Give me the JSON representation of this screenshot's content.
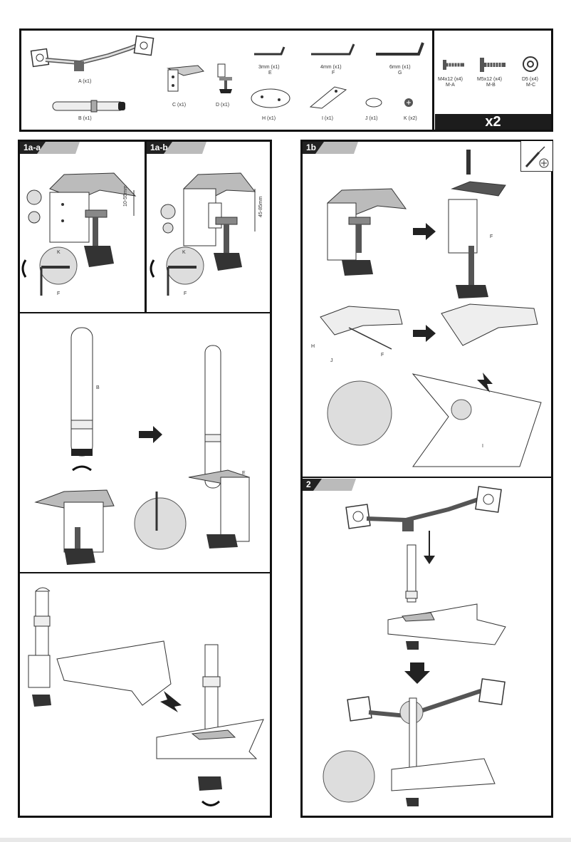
{
  "parts": {
    "A": {
      "label": "A (x1)"
    },
    "B": {
      "label": "B (x1)"
    },
    "C": {
      "label": "C (x1)"
    },
    "D": {
      "label": "D (x1)"
    },
    "E": {
      "size": "3mm (x1)",
      "letter": "E"
    },
    "F": {
      "size": "4mm (x1)",
      "letter": "F"
    },
    "G": {
      "size": "6mm (x1)",
      "letter": "G"
    },
    "H": {
      "label": "H (x1)"
    },
    "I": {
      "label": "I (x1)"
    },
    "J": {
      "label": "J (x1)"
    },
    "K": {
      "label": "K (x2)"
    }
  },
  "screws": [
    {
      "spec": "M4x12 (x4)",
      "code": "M-A"
    },
    {
      "spec": "M5x12 (x4)",
      "code": "M-B"
    },
    {
      "spec": "D5 (x4)",
      "code": "M-C"
    }
  ],
  "multiplier": "x2",
  "steps": {
    "s1aa": "1a-a",
    "s1ab": "1a-b",
    "s1b": "1b",
    "s2": "2"
  },
  "dimensions": {
    "range_a": "10-55mm",
    "range_b": "45-85mm"
  },
  "callouts": {
    "k": "K",
    "f": "F",
    "b": "B",
    "e": "E",
    "h": "H",
    "j": "J",
    "i": "I"
  }
}
